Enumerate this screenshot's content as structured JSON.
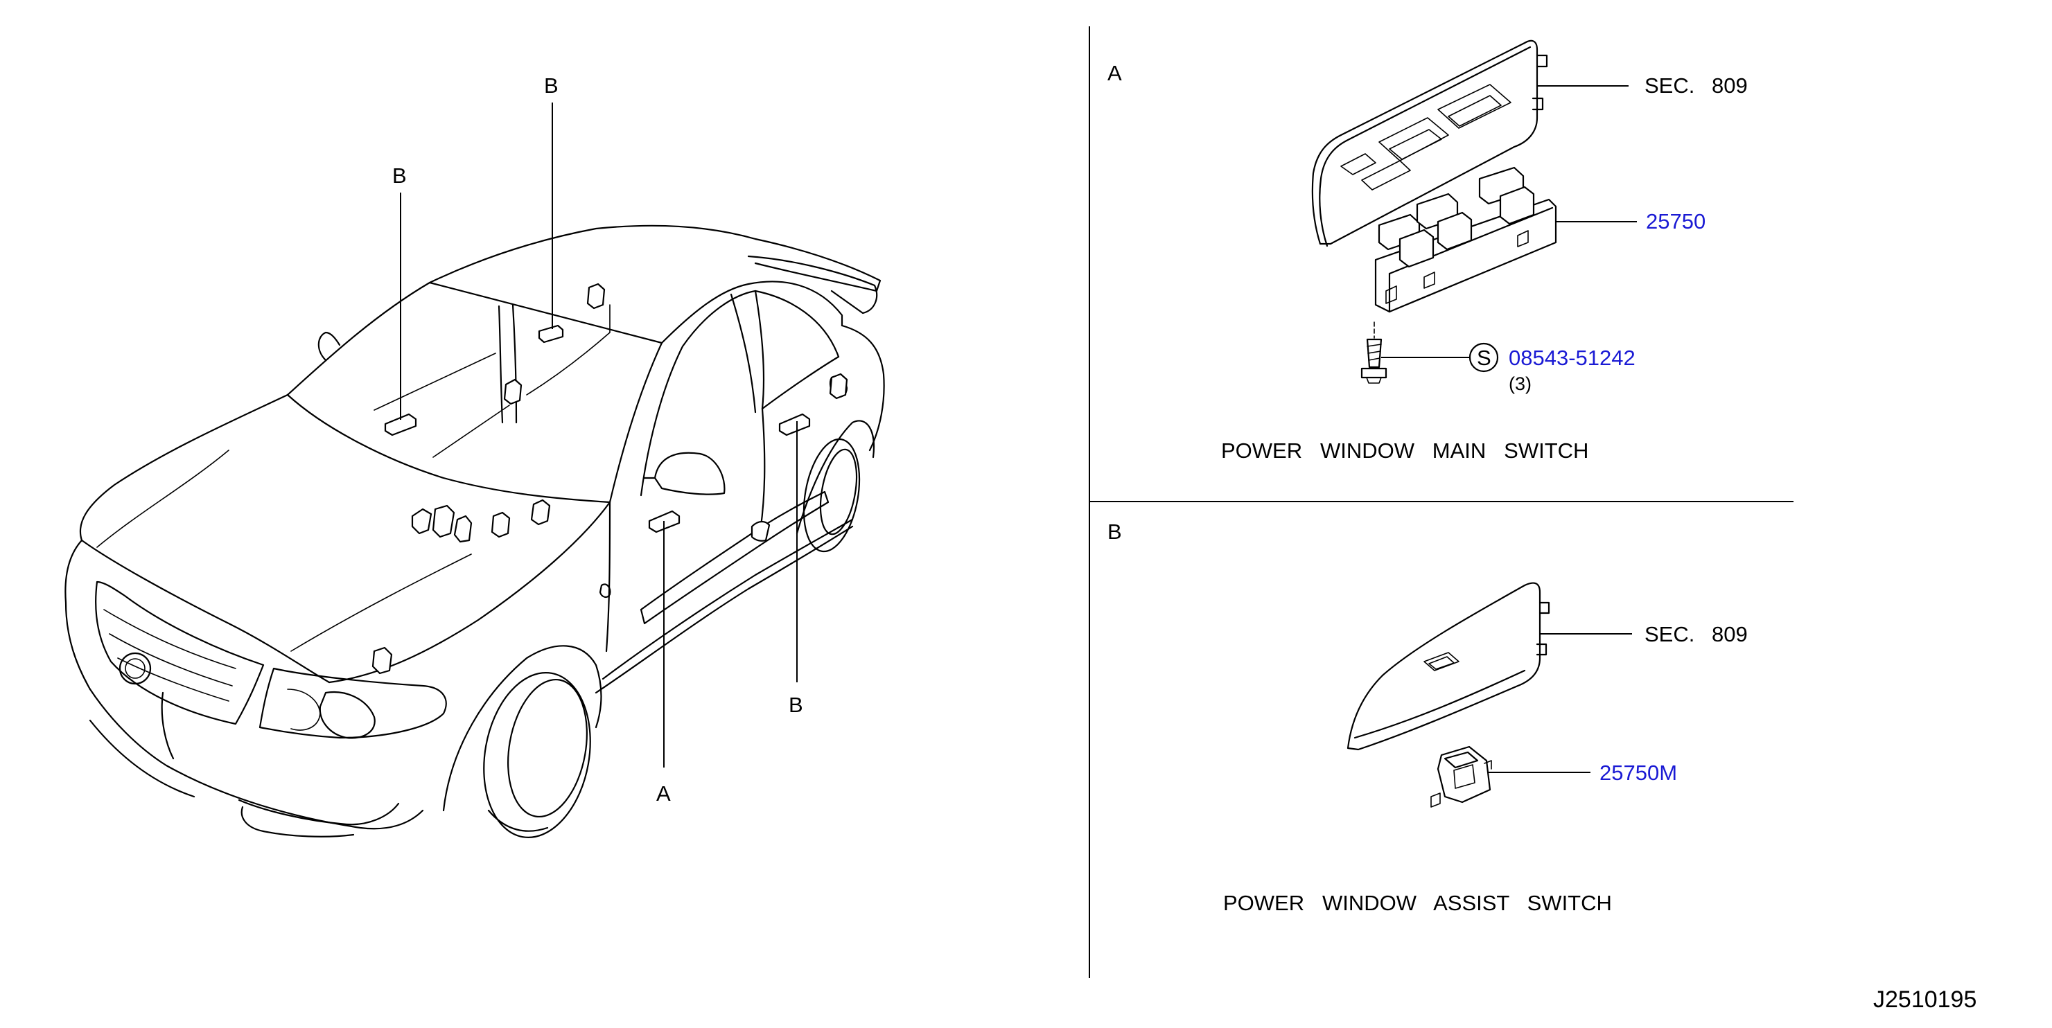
{
  "callouts": {
    "car_b_left": "B",
    "car_b_top": "B",
    "car_b_rear": "B",
    "car_a_front": "A"
  },
  "section_a": {
    "letter": "A",
    "ref_sec": "SEC.",
    "ref_sec_num": "809",
    "part_switch": "25750",
    "screw_symbol": "S",
    "part_screw": "08543-51242",
    "screw_qty": "(3)",
    "title": "POWER   WINDOW   MAIN   SWITCH"
  },
  "section_b": {
    "letter": "B",
    "ref_sec": "SEC.",
    "ref_sec_num": "809",
    "part_switch": "25750M",
    "title": "POWER   WINDOW   ASSIST   SWITCH"
  },
  "diagram_code": "J2510195",
  "colors": {
    "link": "#1a1ad4",
    "line": "#000000"
  }
}
